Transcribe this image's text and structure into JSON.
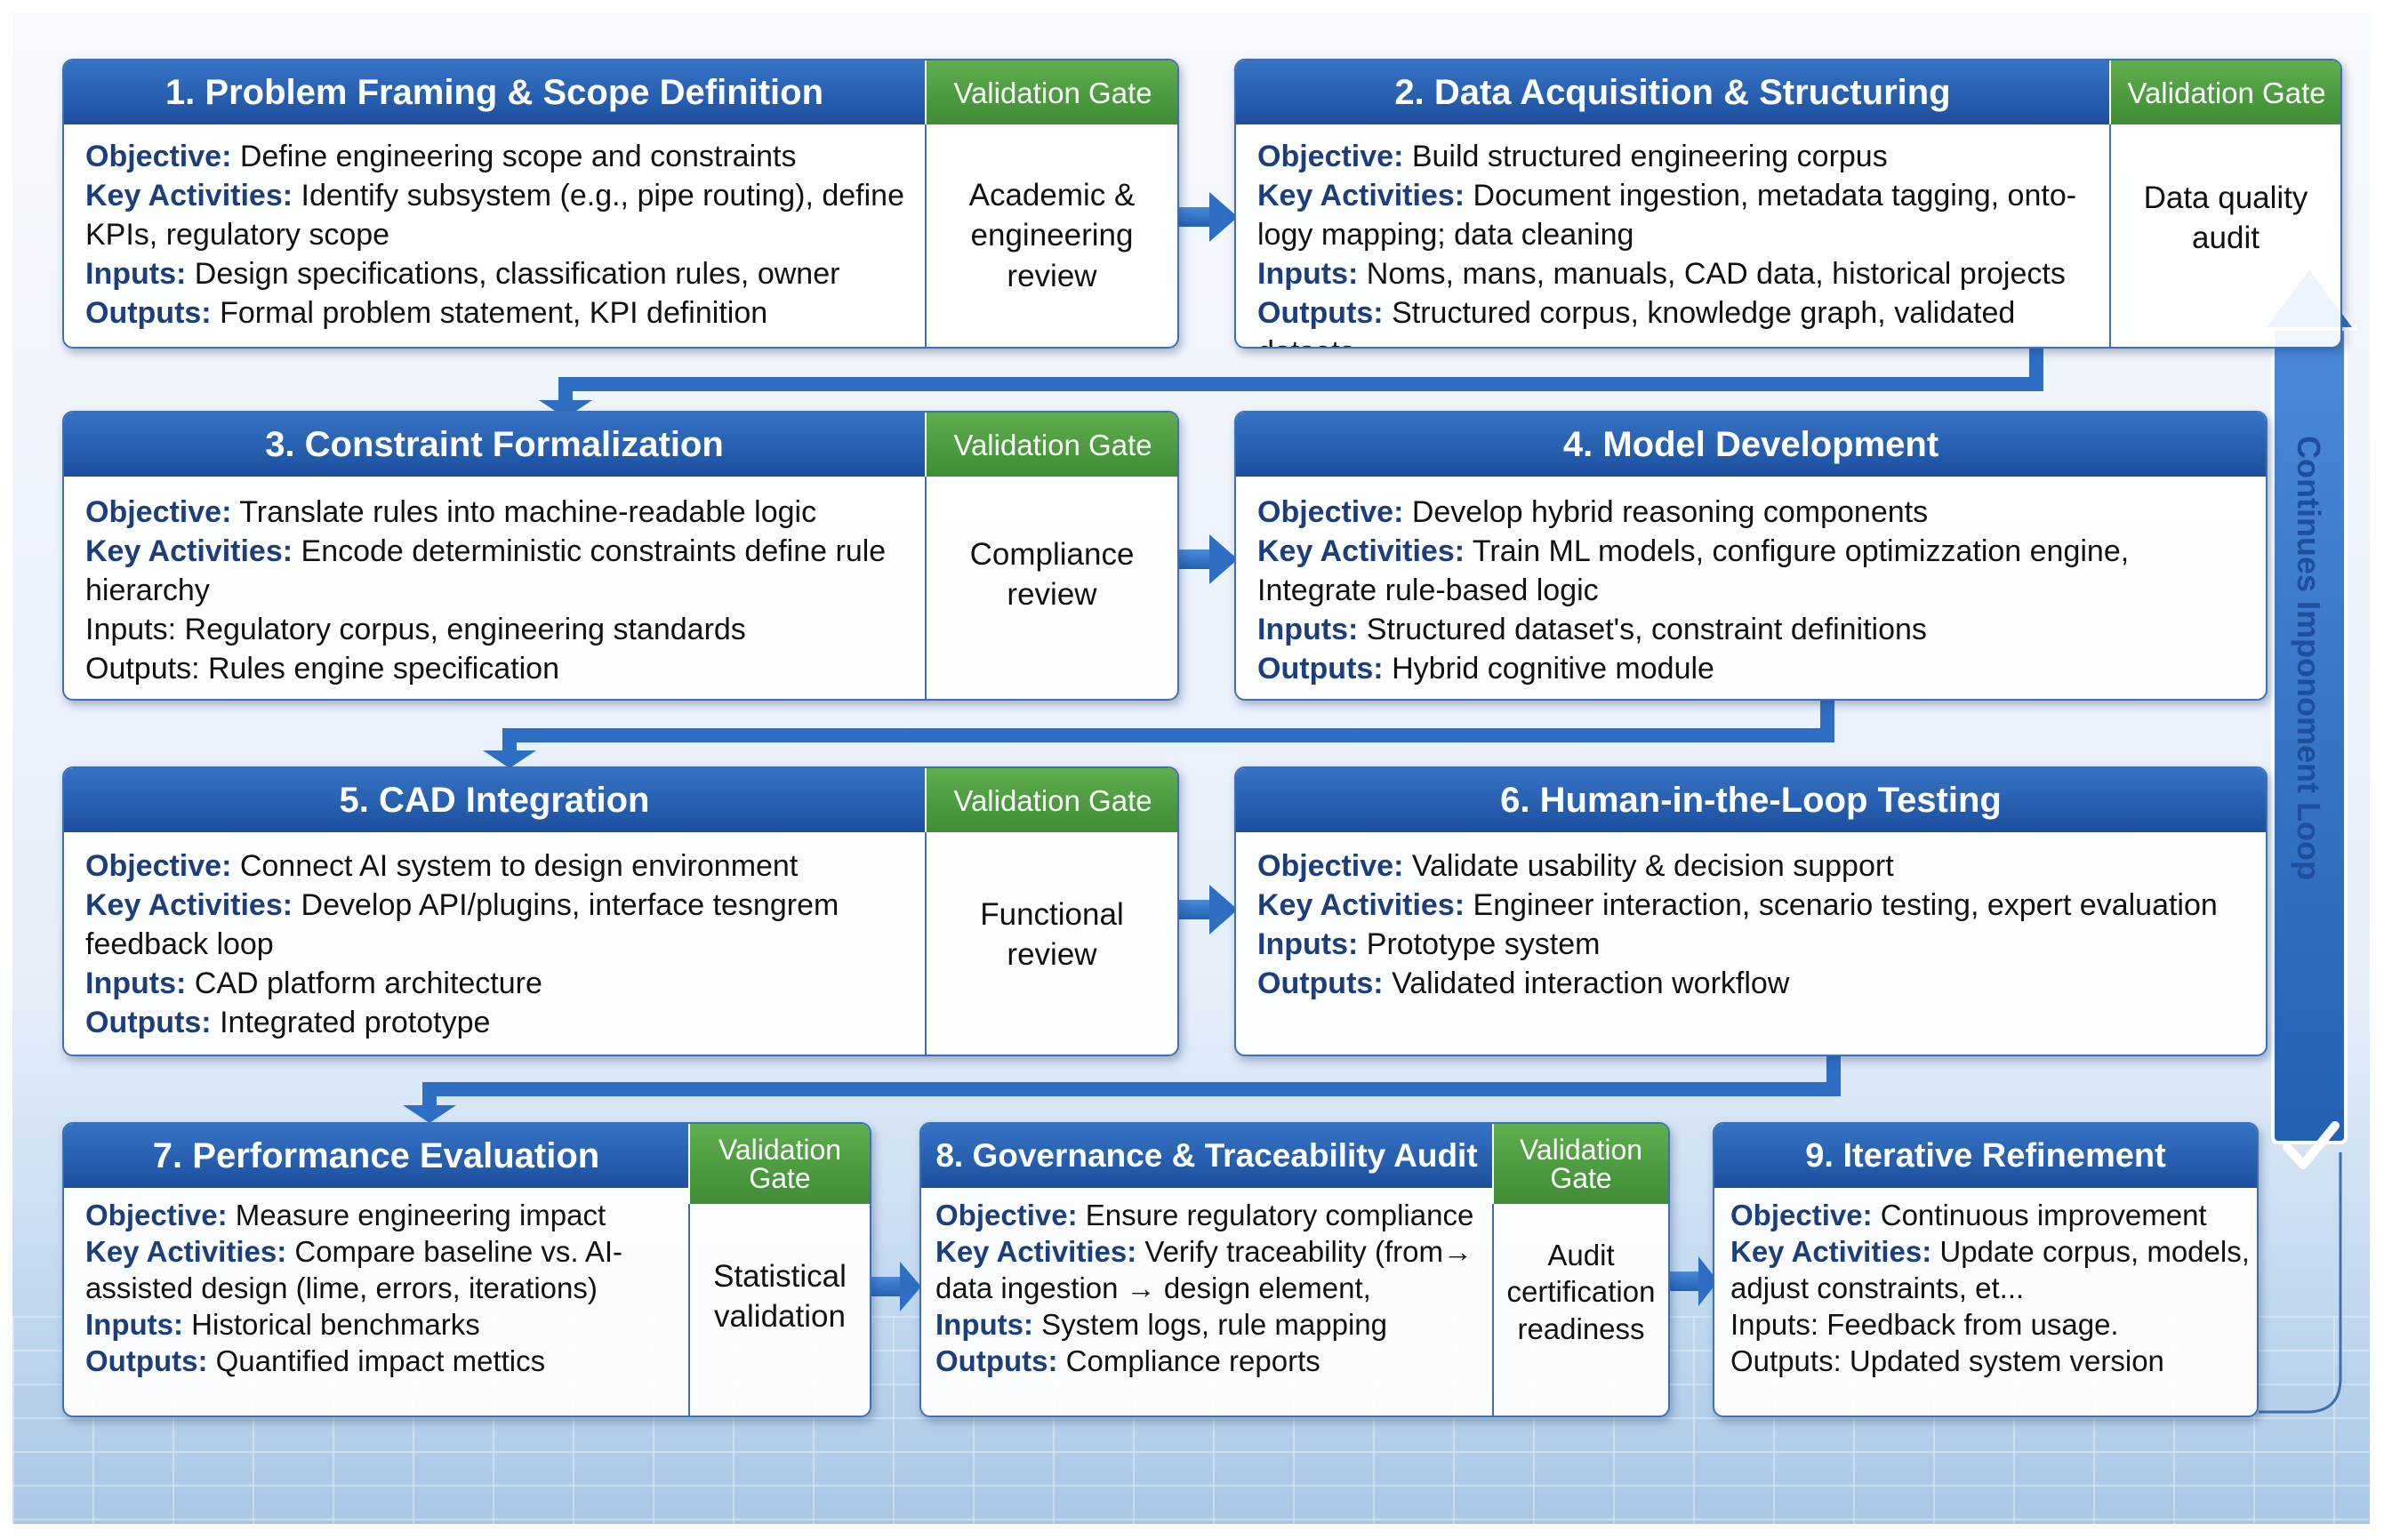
{
  "steps": [
    {
      "title": "1. Problem Framing & Scope Definition",
      "gate": "Validation Gate",
      "gate_text": "Academic & engineering review",
      "objective": "Define engineering scope and constraints",
      "activities": "Identify subsystem (e.g., pipe routing), define KPIs, regulatory scope",
      "inputs": "Design specifications, classification rules, owner",
      "outputs": "Formal problem statement, KPI definition"
    },
    {
      "title": "2. Data Acquisition & Structuring",
      "gate": "Validation Gate",
      "gate_text": "Data quality audit",
      "objective": "Build structured engineering corpus",
      "activities": "Document ingestion, metadata tagging, onto-logy mapping; data cleaning",
      "inputs": "Noms, mans, manuals, CAD data, historical projects",
      "outputs": "Structured corpus, knowledge graph, validated datsets"
    },
    {
      "title": "3. Constraint Formalization",
      "gate": "Validation Gate",
      "gate_text": "Compliance review",
      "objective": "Translate rules into machine-readable logic",
      "activities": "Encode deterministic constraints define rule hierarchy",
      "inputs": "Regulatory corpus, engineering standards",
      "outputs": "Rules engine specification"
    },
    {
      "title": "4. Model Development",
      "gate": "",
      "gate_text": "",
      "objective": "Develop hybrid reasoning components",
      "activities": "Train ML models, configure optimizzation engine, Integrate rule-based logic",
      "inputs": "Structured dataset's, constraint definitions",
      "outputs": "Hybrid cognitive module"
    },
    {
      "title": "5. CAD Integration",
      "gate": "Validation Gate",
      "gate_text": "Functional review",
      "objective": "Connect AI system to design environment",
      "activities": "Develop API/plugins, interface tesngrem feedback loop",
      "inputs": "CAD platform architecture",
      "outputs": "Integrated prototype"
    },
    {
      "title": "6. Human-in-the-Loop Testing",
      "gate": "",
      "gate_text": "",
      "objective": "Validate usability & decision support",
      "activities": "Engineer interaction, scenario testing, expert evaluation",
      "inputs": "Prototype system",
      "outputs": "Validated interaction workflow"
    },
    {
      "title": "7. Performance Evaluation",
      "gate": "Validation Gate",
      "gate_text": "Statistical validation",
      "objective": "Measure engineering impact",
      "activities": "Compare baseline vs. AI-assisted design (lime, errors, iterations)",
      "inputs": "Historical benchmarks",
      "outputs": "Quantified impact mettics"
    },
    {
      "title": "8. Governance & Traceability Audit",
      "gate": "Validation Gate",
      "gate_text": "Audit certification readiness",
      "objective": "Ensure regulatory compliance",
      "activities": "Verify traceability (from→ data ingestion → design element,",
      "inputs": "System logs, rule mapping",
      "outputs": "Compliance reports"
    },
    {
      "title": "9. Iterative Refinement",
      "gate": "",
      "gate_text": "",
      "objective": "Continuous improvement",
      "activities": "Update corpus, models, adjust constraints, et...",
      "inputs": "Feedback from usage.",
      "outputs": "Updated system version"
    }
  ],
  "labels": {
    "objective": "Objective:",
    "activities": "Key Activities:",
    "inputs": "Inputs:",
    "outputs": "Outputs:"
  },
  "loop_label": "Continues Imponoment Loop",
  "colors": {
    "header_blue": "#1d4f9e",
    "gate_green": "#4a9a3e",
    "arrow_blue": "#2e6fc4"
  },
  "icons": {
    "loop_check": "checkmark-icon",
    "loop_arrow": "arrow-up-icon"
  }
}
